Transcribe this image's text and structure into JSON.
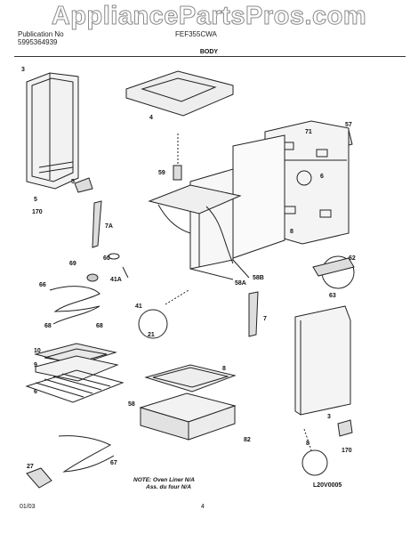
{
  "watermark": "AppliancePartsPros.com",
  "header": {
    "publication_label": "Publication No",
    "publication_number": "5995364939",
    "model": "FEF355CWA"
  },
  "section_title": "BODY",
  "callouts": [
    "3",
    "4",
    "57",
    "71",
    "59",
    "5",
    "6",
    "170",
    "5",
    "8",
    "7A",
    "60",
    "41A",
    "69",
    "58A",
    "58B",
    "41",
    "7",
    "21",
    "62",
    "63",
    "66",
    "68",
    "68",
    "10",
    "9",
    "6",
    "8",
    "58",
    "3",
    "82",
    "27",
    "67",
    "8",
    "170"
  ],
  "notes": [
    "NOTE: Oven Liner N/A",
    "Ass. du four N/A"
  ],
  "diagram_code": "L20V0005",
  "footer": {
    "date": "01/03",
    "page": "4"
  }
}
